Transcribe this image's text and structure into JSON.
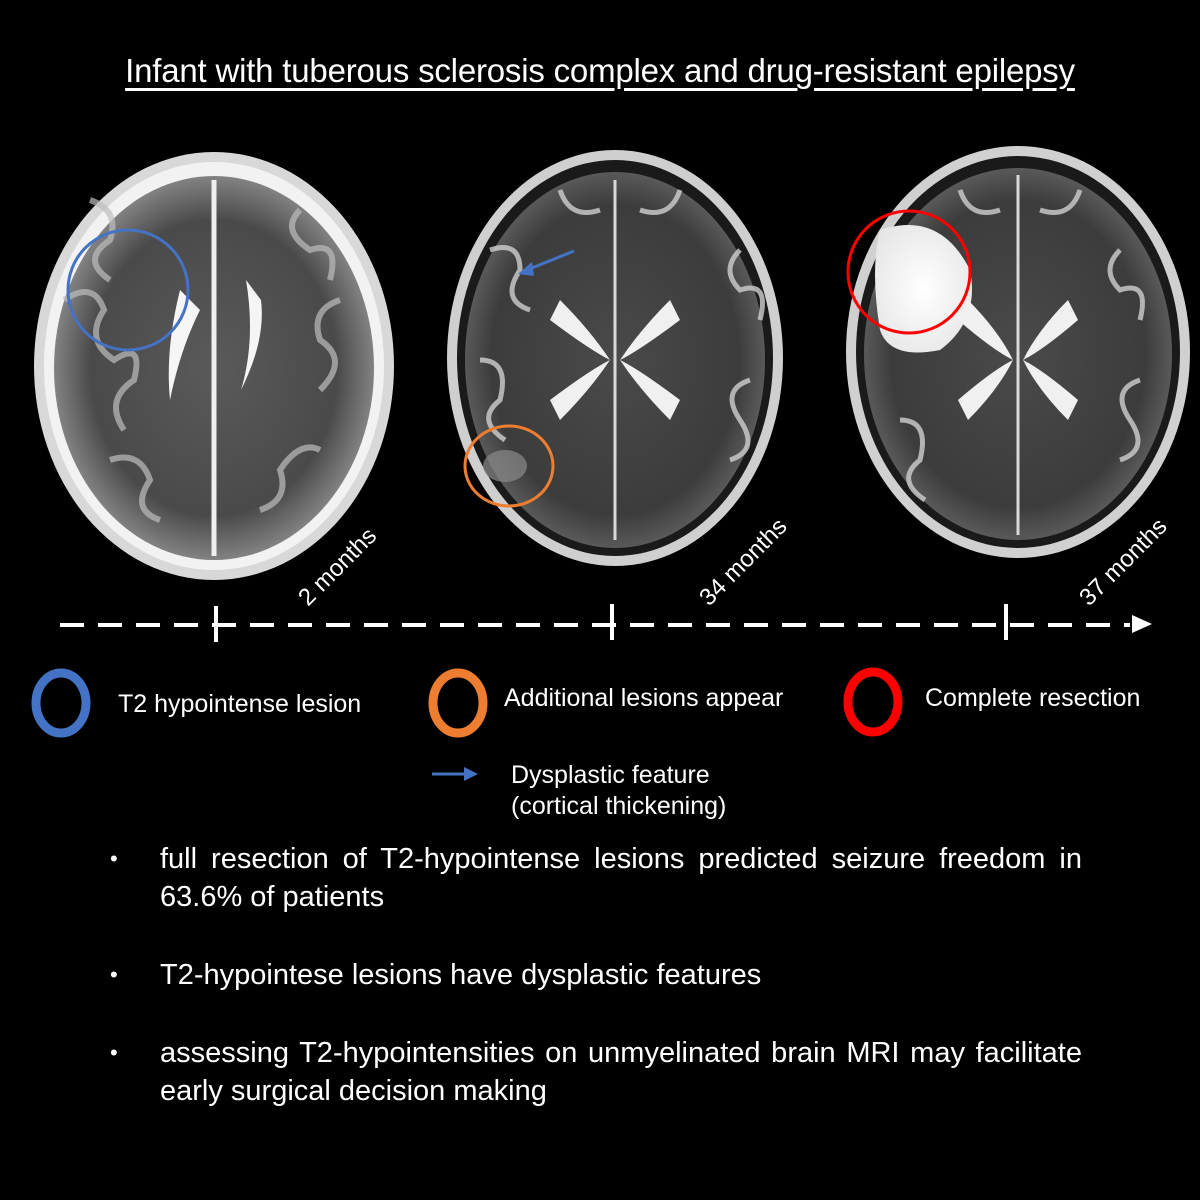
{
  "title": "Infant with tuberous sclerosis complex and drug-resistant epilepsy",
  "timeline": {
    "labels": [
      "2 months",
      "34 months",
      "37 months"
    ]
  },
  "legend": {
    "items": [
      {
        "label": "T2 hypointense lesion",
        "color": "#4472c4",
        "marker": "ring"
      },
      {
        "label": "Additional lesions appear",
        "color": "#ed7d31",
        "marker": "ring"
      },
      {
        "label": "Complete resection",
        "color": "#ff0000",
        "marker": "ring"
      },
      {
        "label": "Dysplastic feature",
        "sublabel": "(cortical thickening)",
        "color": "#4472c4",
        "marker": "arrow"
      }
    ]
  },
  "bullets": [
    "full resection of T2-hypointense lesions predicted seizure freedom in 63.6% of patients",
    "T2-hypointese lesions have dysplastic features",
    "assessing T2-hypointensities on unmyelinated brain MRI may facilitate early surgical decision making"
  ]
}
